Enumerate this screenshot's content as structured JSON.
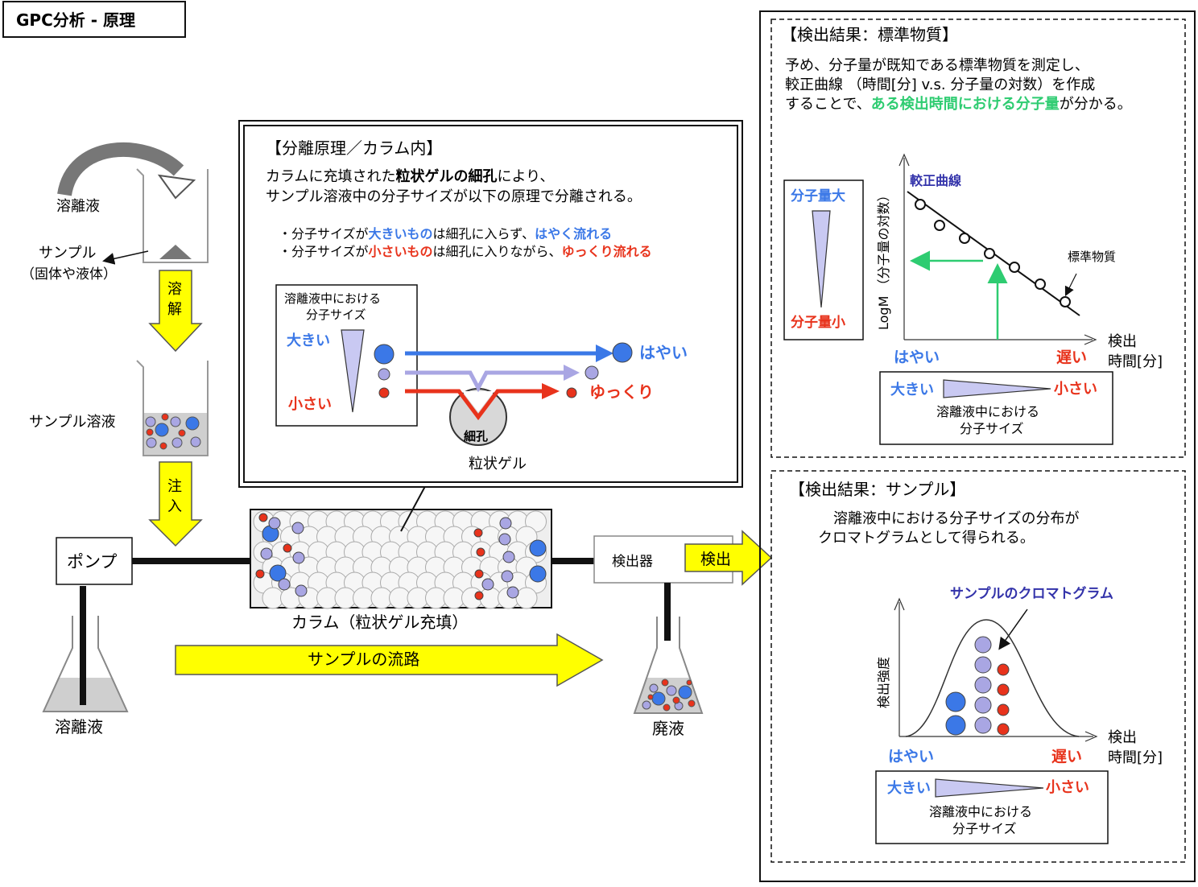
{
  "title": "GPC分析 - 原理",
  "left": {
    "eluent_label": "溶離液",
    "sample_label": "サンプル",
    "sample_note": "（固体や液体）",
    "dissolve": [
      "溶",
      "解"
    ],
    "solution_label": "サンプル溶液",
    "inject": [
      "注",
      "入"
    ],
    "pump_label": "ポンプ",
    "eluent_bottom": "溶離液"
  },
  "column": {
    "caption": "カラム（粒状ゲル充填）",
    "flow_label": "サンプルの流路"
  },
  "detector": {
    "label": "検出器",
    "detect_arrow": "検出",
    "waste_label": "廃液"
  },
  "separation": {
    "heading": "【分離原理／カラム内】",
    "line1_a": "カラムに充填された",
    "line1_b": "粒状ゲルの細孔",
    "line1_c": "により、",
    "line2": "サンプル溶液中の分子サイズが以下の原理で分離される。",
    "b1_a": "・分子サイズが",
    "b1_b": "大きいもの",
    "b1_c": "は細孔に入らず、",
    "b1_d": "はやく流れる",
    "b2_a": "・分子サイズが",
    "b2_b": "小さいもの",
    "b2_c": "は細孔に入りながら、",
    "b2_d": "ゆっくり流れる",
    "legend_title_1": "溶離液中における",
    "legend_title_2": "分子サイズ",
    "big": "大きい",
    "small": "小さい",
    "fast": "はやい",
    "slow": "ゆっくり",
    "pore": "細孔",
    "gel": "粒状ゲル"
  },
  "standard": {
    "heading": "【検出結果：標準物質】",
    "line1": "予め、分子量が既知である標準物質を測定し、",
    "line2": "較正曲線 （時間[分] v.s. 分子量の対数）を作成",
    "line3_a": "することで、",
    "line3_b": "ある検出時間における分子量",
    "line3_c": "が分かる。",
    "mw_high": "分子量大",
    "mw_low": "分子量小",
    "y_axis": "LogM （分子量の対数）",
    "curve_label": "較正曲線",
    "std_label": "標準物質",
    "x_axis_1": "検出",
    "x_axis_2": "時間[分]",
    "fast": "はやい",
    "slow": "遅い",
    "big": "大きい",
    "small": "小さい",
    "size_1": "溶離液中における",
    "size_2": "分子サイズ"
  },
  "sample_result": {
    "heading": "【検出結果：サンプル】",
    "line1": "溶離液中における分子サイズの分布が",
    "line2": "クロマトグラムとして得られる。",
    "chrom_label": "サンプルのクロマトグラム",
    "y_axis": "検出強度",
    "x_axis_1": "検出",
    "x_axis_2": "時間[分]",
    "fast": "はやい",
    "slow": "遅い",
    "big": "大きい",
    "small": "小さい",
    "size_1": "溶離液中における",
    "size_2": "分子サイズ"
  },
  "colors": {
    "blue": "#3b78e7",
    "lavender": "#a9a6e3",
    "red": "#e8331c",
    "yellow": "#ffff00",
    "green": "#2ecc71",
    "navy": "#3333aa"
  }
}
